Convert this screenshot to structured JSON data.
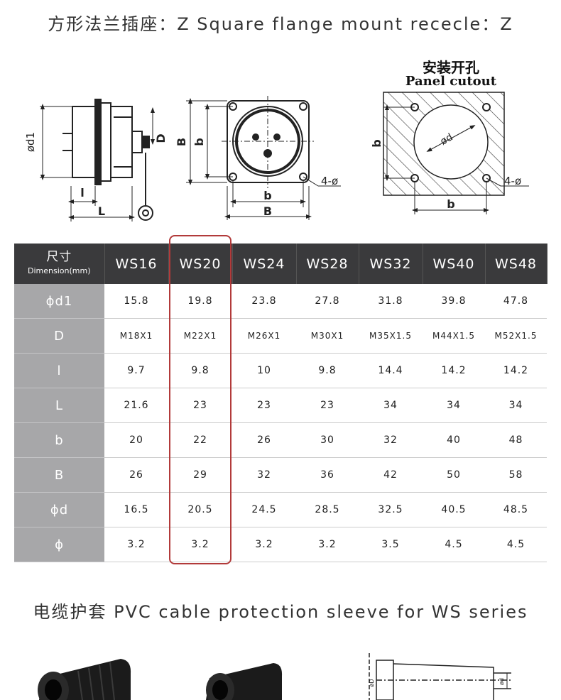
{
  "titles": {
    "mount": "方形法兰插座：Z Square flange mount rececle：Z",
    "sleeve": "电缆护套 PVC cable protection sleeve for WS series"
  },
  "drawing": {
    "cutout_cn": "安装开孔",
    "cutout_en": "Panel cutout",
    "labels": {
      "d1": "ød1",
      "D": "D",
      "l": "l",
      "L": "L",
      "B": "B",
      "b": "b",
      "holes": "4-ø",
      "d": "ød"
    },
    "sleeve_labels": {
      "D": "øD",
      "d": "ød"
    }
  },
  "table": {
    "header_cn": "尺寸",
    "header_en": "Dimension(mm)",
    "columns": [
      "WS16",
      "WS20",
      "WS24",
      "WS28",
      "WS32",
      "WS40",
      "WS48"
    ],
    "highlight_column": "WS20",
    "highlight_color": "#b23a3a",
    "rows": [
      {
        "label": "ϕd1",
        "values": [
          "15.8",
          "19.8",
          "23.8",
          "27.8",
          "31.8",
          "39.8",
          "47.8"
        ]
      },
      {
        "label": "D",
        "values": [
          "M18X1",
          "M22X1",
          "M26X1",
          "M30X1",
          "M35X1.5",
          "M44X1.5",
          "M52X1.5"
        ]
      },
      {
        "label": "l",
        "values": [
          "9.7",
          "9.8",
          "10",
          "9.8",
          "14.4",
          "14.2",
          "14.2"
        ]
      },
      {
        "label": "L",
        "values": [
          "21.6",
          "23",
          "23",
          "23",
          "34",
          "34",
          "34"
        ]
      },
      {
        "label": "b",
        "values": [
          "20",
          "22",
          "26",
          "30",
          "32",
          "40",
          "48"
        ]
      },
      {
        "label": "B",
        "values": [
          "26",
          "29",
          "32",
          "36",
          "42",
          "50",
          "58"
        ]
      },
      {
        "label": "ϕd",
        "values": [
          "16.5",
          "20.5",
          "24.5",
          "28.5",
          "32.5",
          "40.5",
          "48.5"
        ]
      },
      {
        "label": "ϕ",
        "values": [
          "3.2",
          "3.2",
          "3.2",
          "3.2",
          "3.5",
          "4.5",
          "4.5"
        ]
      }
    ]
  }
}
